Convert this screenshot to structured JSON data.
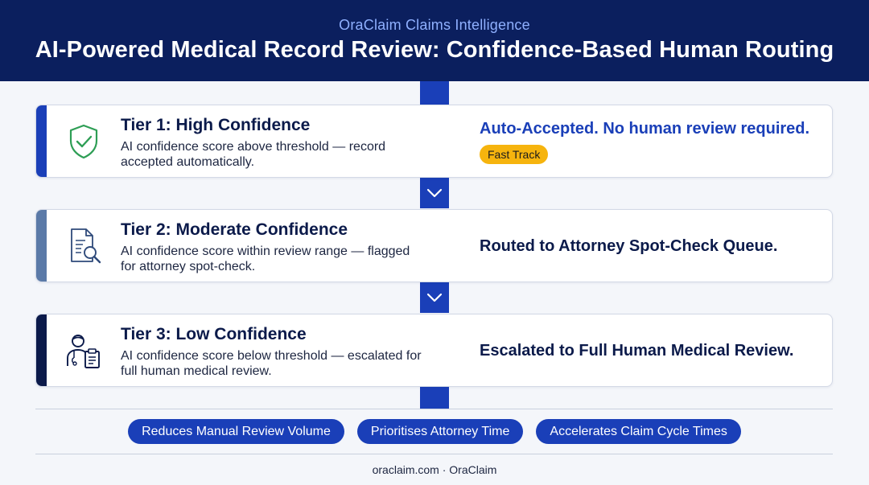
{
  "header": {
    "subtitle": "OraClaim Claims Intelligence",
    "title": "AI-Powered Medical Record Review: Confidence-Based Human Routing"
  },
  "tiers": [
    {
      "title": "Tier 1: High Confidence",
      "description": "AI confidence score above threshold — record accepted automatically.",
      "outcome": "Auto-Accepted. No human review required.",
      "badge": "Fast Track",
      "icon": "shield-check-icon",
      "accent_color": "#1a3fb8",
      "outcome_color": "#1a3fb8"
    },
    {
      "title": "Tier 2: Moderate Confidence",
      "description": "AI confidence score within review range — flagged for attorney spot-check.",
      "outcome": "Routed to Attorney Spot-Check Queue.",
      "icon": "document-search-icon",
      "accent_color": "#5b7aa8",
      "outcome_color": "#0b1a4a"
    },
    {
      "title": "Tier 3: Low Confidence",
      "description": "AI confidence score below threshold — escalated for full human medical review.",
      "outcome": "Escalated to Full Human Medical Review.",
      "icon": "doctor-clipboard-icon",
      "accent_color": "#0b1a4a",
      "outcome_color": "#0b1a4a"
    }
  ],
  "benefits": [
    "Reduces Manual Review Volume",
    "Prioritises Attorney Time",
    "Accelerates Claim Cycle Times"
  ],
  "footer": {
    "text": "oraclaim.com · OraClaim"
  }
}
